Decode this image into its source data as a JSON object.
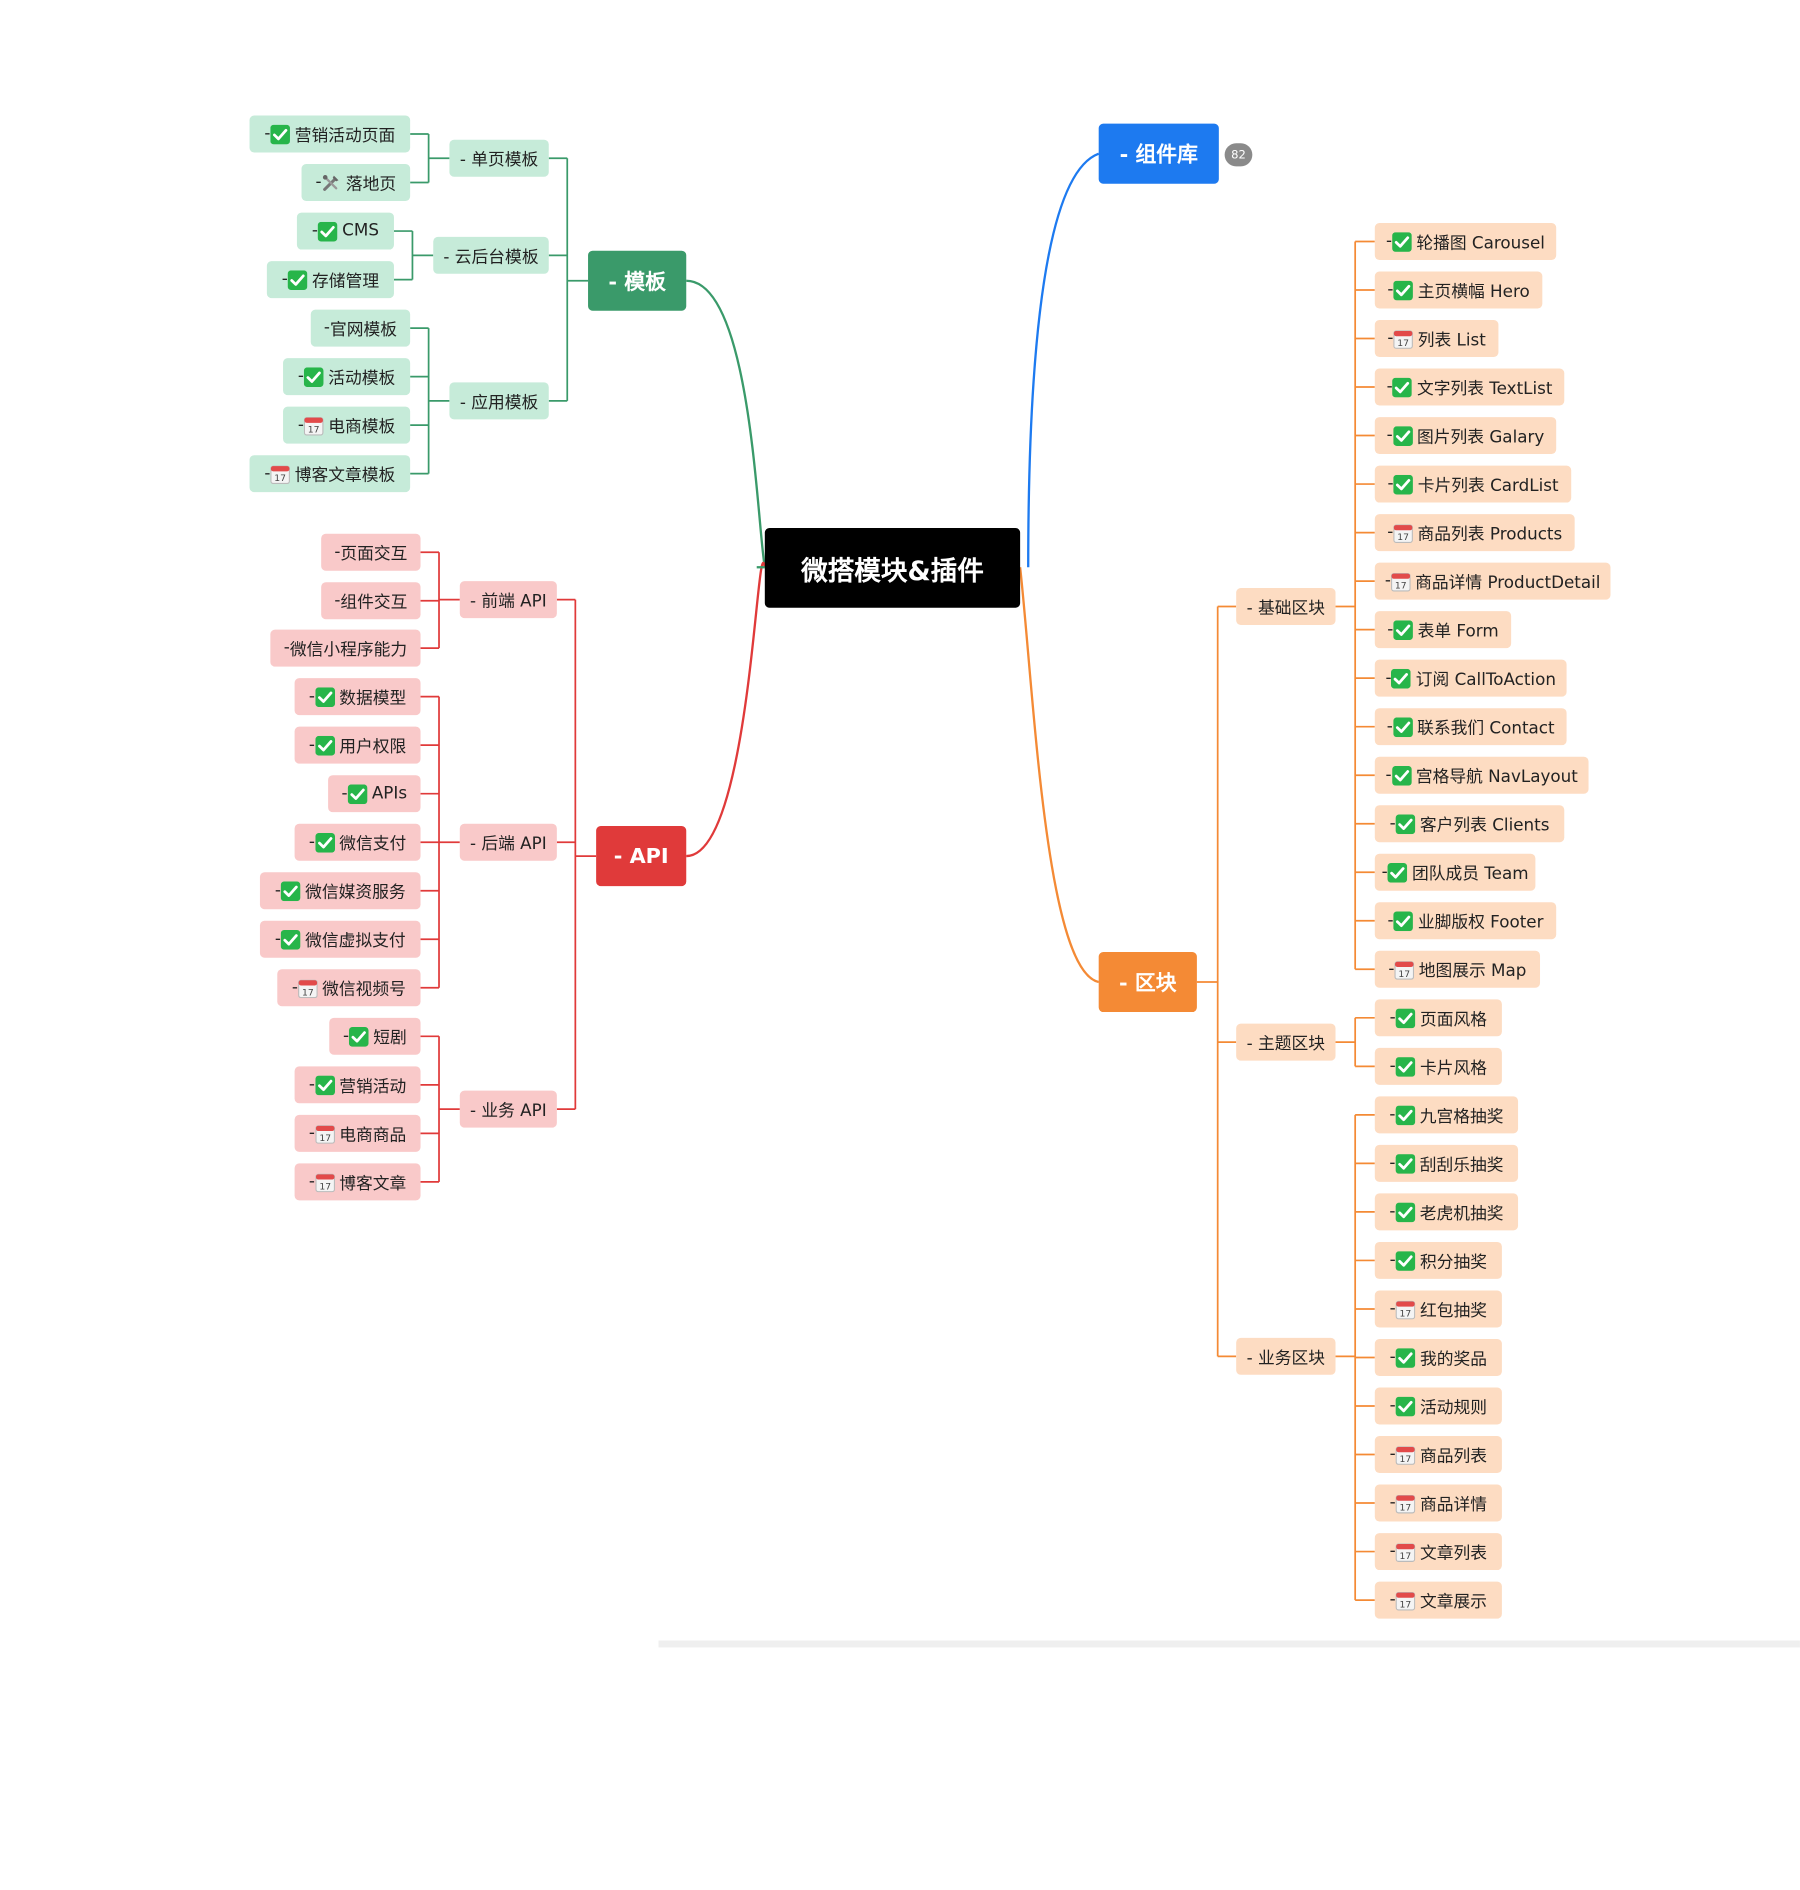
{
  "root": {
    "label": "微搭模块&插件"
  },
  "colors": {
    "green": "#3a9a6a",
    "red": "#e03a3a",
    "blue": "#1d7af0",
    "orange": "#f48a35",
    "root": "#000000"
  },
  "branches": {
    "templates": {
      "label": "- 模板",
      "color": "#3a9a6a",
      "children": [
        {
          "label": "- 单页模板",
          "children": [
            {
              "label": "- ",
              "icon": "check-icon",
              "text": "营销活动页面"
            },
            {
              "label": "- ",
              "icon": "tools-icon",
              "text": "落地页"
            }
          ]
        },
        {
          "label": "- 云后台模板",
          "children": [
            {
              "label": "- ",
              "icon": "check-icon",
              "text": "CMS"
            },
            {
              "label": "- ",
              "icon": "check-icon",
              "text": "存储管理"
            }
          ]
        },
        {
          "label": "- 应用模板",
          "children": [
            {
              "label": "- ",
              "icon": "",
              "text": "官网模板"
            },
            {
              "label": "- ",
              "icon": "check-icon",
              "text": "活动模板"
            },
            {
              "label": "- ",
              "icon": "calendar-icon",
              "text": "电商模板"
            },
            {
              "label": "- ",
              "icon": "calendar-icon",
              "text": "博客文章模板"
            }
          ]
        }
      ]
    },
    "api": {
      "label": "- API",
      "color": "#e03a3a",
      "children": [
        {
          "label": "- 前端 API",
          "children": [
            {
              "label": "- ",
              "icon": "",
              "text": "页面交互"
            },
            {
              "label": "- ",
              "icon": "",
              "text": "组件交互"
            },
            {
              "label": "- ",
              "icon": "",
              "text": "微信小程序能力"
            }
          ]
        },
        {
          "label": "- 后端 API",
          "children": [
            {
              "label": "- ",
              "icon": "check-icon",
              "text": "数据模型"
            },
            {
              "label": "- ",
              "icon": "check-icon",
              "text": "用户权限"
            },
            {
              "label": "- ",
              "icon": "check-icon",
              "text": "APIs"
            },
            {
              "label": "- ",
              "icon": "check-icon",
              "text": "微信支付"
            },
            {
              "label": "- ",
              "icon": "check-icon",
              "text": "微信媒资服务"
            },
            {
              "label": "- ",
              "icon": "check-icon",
              "text": "微信虚拟支付"
            },
            {
              "label": "- ",
              "icon": "calendar-icon",
              "text": "微信视频号"
            }
          ]
        },
        {
          "label": "- 业务 API",
          "children": [
            {
              "label": "- ",
              "icon": "check-icon",
              "text": "短剧"
            },
            {
              "label": "- ",
              "icon": "check-icon",
              "text": "营销活动"
            },
            {
              "label": "- ",
              "icon": "calendar-icon",
              "text": "电商商品"
            },
            {
              "label": "- ",
              "icon": "calendar-icon",
              "text": "博客文章"
            }
          ]
        }
      ]
    },
    "components": {
      "label": "- 组件库",
      "color": "#1d7af0",
      "badge": "82"
    },
    "blocks": {
      "label": "- 区块",
      "color": "#f48a35",
      "children": [
        {
          "label": "- 基础区块",
          "children": [
            {
              "label": "- ",
              "icon": "check-icon",
              "text": "轮播图 Carousel"
            },
            {
              "label": "- ",
              "icon": "check-icon",
              "text": "主页横幅 Hero"
            },
            {
              "label": "- ",
              "icon": "calendar-icon",
              "text": "列表 List"
            },
            {
              "label": "- ",
              "icon": "check-icon",
              "text": "文字列表 TextList"
            },
            {
              "label": "- ",
              "icon": "check-icon",
              "text": "图片列表 Galary"
            },
            {
              "label": "- ",
              "icon": "check-icon",
              "text": "卡片列表 CardList"
            },
            {
              "label": "- ",
              "icon": "calendar-icon",
              "text": "商品列表 Products"
            },
            {
              "label": "- ",
              "icon": "calendar-icon",
              "text": "商品详情 ProductDetail"
            },
            {
              "label": "- ",
              "icon": "check-icon",
              "text": "表单 Form"
            },
            {
              "label": "- ",
              "icon": "check-icon",
              "text": "订阅 CallToAction"
            },
            {
              "label": "- ",
              "icon": "check-icon",
              "text": "联系我们 Contact"
            },
            {
              "label": "- ",
              "icon": "check-icon",
              "text": "宫格导航 NavLayout"
            },
            {
              "label": "- ",
              "icon": "check-icon",
              "text": "客户列表  Clients"
            },
            {
              "label": "- ",
              "icon": "check-icon",
              "text": "团队成员 Team"
            },
            {
              "label": "- ",
              "icon": "check-icon",
              "text": "业脚版权 Footer"
            },
            {
              "label": "- ",
              "icon": "calendar-icon",
              "text": "地图展示 Map"
            }
          ]
        },
        {
          "label": "- 主题区块",
          "children": [
            {
              "label": "- ",
              "icon": "check-icon",
              "text": "页面风格"
            },
            {
              "label": "- ",
              "icon": "check-icon",
              "text": "卡片风格"
            }
          ]
        },
        {
          "label": "- 业务区块",
          "children": [
            {
              "label": "- ",
              "icon": "check-icon",
              "text": "九宫格抽奖"
            },
            {
              "label": "- ",
              "icon": "check-icon",
              "text": "刮刮乐抽奖"
            },
            {
              "label": "- ",
              "icon": "check-icon",
              "text": "老虎机抽奖"
            },
            {
              "label": "- ",
              "icon": "check-icon",
              "text": "积分抽奖"
            },
            {
              "label": "- ",
              "icon": "calendar-icon",
              "text": "红包抽奖"
            },
            {
              "label": "- ",
              "icon": "check-icon",
              "text": "我的奖品"
            },
            {
              "label": "- ",
              "icon": "check-icon",
              "text": "活动规则"
            },
            {
              "label": "- ",
              "icon": "calendar-icon",
              "text": "商品列表"
            },
            {
              "label": "- ",
              "icon": "calendar-icon",
              "text": "商品详情"
            },
            {
              "label": "- ",
              "icon": "calendar-icon",
              "text": "文章列表"
            },
            {
              "label": "- ",
              "icon": "calendar-icon",
              "text": "文章展示"
            }
          ]
        }
      ]
    }
  }
}
